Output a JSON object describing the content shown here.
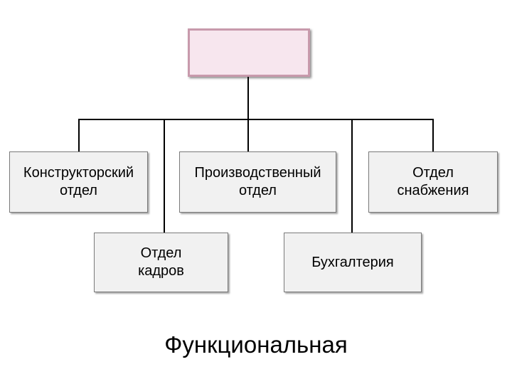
{
  "diagram": {
    "root_label": "",
    "boxes": {
      "design": "Конструкторский\nотдел",
      "production": "Производственный\nотдел",
      "supply": "Отдел\nснабжения",
      "hr": "Отдел\nкадров",
      "accounting": "Бухгалтерия"
    },
    "caption": "Функциональная",
    "colors": {
      "root_fill": "#f7e6ee",
      "root_border": "#c89aac",
      "box_fill": "#f1f1f1",
      "lines": "#000000"
    }
  }
}
